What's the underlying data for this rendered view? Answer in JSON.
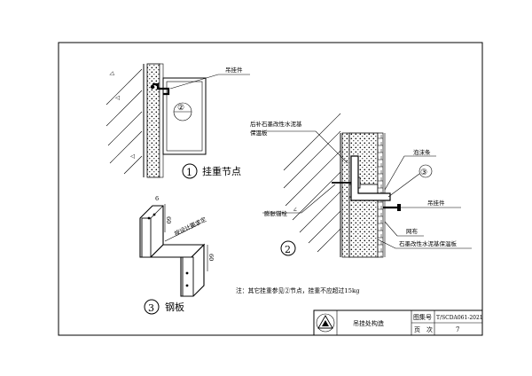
{
  "detail1": {
    "caption_number": "①",
    "caption_text": "挂重节点",
    "callout_hook": "吊挂件",
    "inner_bubble": "②"
  },
  "detail2": {
    "caption_number": "②",
    "callout_topleft_line1": "后补石墨改性水泥基",
    "callout_topleft_line2": "保温板",
    "callout_anchor": "膨胀锚栓",
    "callout_foam": "泡沫条",
    "callout_bubble": "③",
    "callout_hook": "吊挂件",
    "callout_mesh": "网布",
    "callout_board": "石墨改性水泥基保温板"
  },
  "detail3": {
    "caption_number": "③",
    "caption_text": "钢板",
    "dim_note": "按设计要求定",
    "dim_60_a": "60",
    "dim_60_b": "60",
    "dim_thk": "6"
  },
  "note": "注：其它挂重参见②节点，挂重不应超过15kg",
  "title_block": {
    "drawing_title": "吊挂处构造",
    "atlas_label": "图集号",
    "atlas_value": "T/SCDA061-2021",
    "page_label": "页　次",
    "page_value": "7"
  }
}
